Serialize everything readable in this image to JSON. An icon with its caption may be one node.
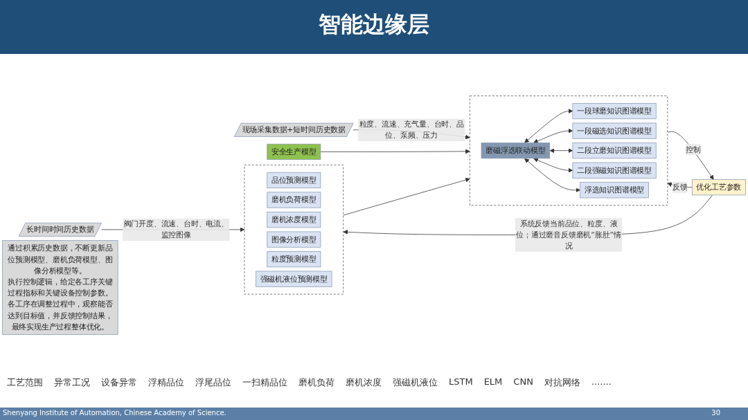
{
  "diagram": {
    "title": "智能边缘层",
    "nodes": [
      {
        "text": [
          "现场采集数据+短时间历史数据"
        ]
      },
      {
        "text": [
          "长时间时间历史数据"
        ]
      },
      {
        "text": [
          "安全生产模型"
        ]
      },
      {
        "text": [],
        "shape": "box"
      },
      {
        "text": [
          "磨磁浮选联动模型"
        ],
        "in": 3
      },
      {
        "text": [
          "一段球磨知识图谱模型"
        ],
        "in": 3
      },
      {
        "text": [
          "一段磁选知识图谱模型"
        ],
        "in": 3
      },
      {
        "text": [
          "二段立磨知识图谱模型"
        ],
        "in": 3
      },
      {
        "text": [
          "二段强磁知识图谱模型"
        ],
        "in": 3
      },
      {
        "text": [
          "浮选知识图谱模型"
        ],
        "in": 3
      },
      {
        "text": [],
        "shape": "box"
      },
      {
        "text": [
          "品位预测模型"
        ],
        "in": 10
      },
      {
        "text": [
          "磨机负荷模型"
        ],
        "in": 10
      },
      {
        "text": [
          "磨机浓度模型"
        ],
        "in": 10
      },
      {
        "text": [
          "图像分析模型"
        ],
        "in": 10
      },
      {
        "text": [
          "粒度预测模型"
        ],
        "in": 10
      },
      {
        "text": [
          "强磁机液位预测模型"
        ],
        "in": 10
      },
      {
        "text": [
          "优化工艺参数"
        ]
      },
      {
        "text": [
          "通过积累历史数据，不断更新品位预测模型、磨机负荷模型、图像分析模型等。",
          "执行控制逻辑，给定各工序关键过程指标和关键设备控制参数。",
          "各工序在调整过程中，观察能否达到目标值，并反馈控制结果，最终实现生产过程整体优化。"
        ]
      }
    ],
    "edges": [
      {
        "from": 0,
        "to": 3,
        "arrow": "to",
        "label": "粒度、流速、充气量、台时、品位、泵频、压力"
      },
      {
        "from": 1,
        "to": 10,
        "arrow": "to",
        "label": "阀门开度、流速、台时、电流、监控图像"
      },
      {
        "from": 2,
        "to": 3,
        "arrow": "to"
      },
      {
        "from": 10,
        "to": 3,
        "arrow": "to"
      },
      {
        "from": 4,
        "to": 5,
        "arrow": "both"
      },
      {
        "from": 4,
        "to": 6,
        "arrow": "both"
      },
      {
        "from": 4,
        "to": 7,
        "arrow": "both"
      },
      {
        "from": 4,
        "to": 8,
        "arrow": "both"
      },
      {
        "from": 4,
        "to": 9,
        "arrow": "both"
      },
      {
        "from": 3,
        "to": 17,
        "arrow": "to",
        "label": "控制"
      },
      {
        "from": 17,
        "to": 3,
        "arrow": "to",
        "label": "反馈"
      },
      {
        "from": 17,
        "to": 10,
        "arrow": "to",
        "label": "系统反馈当前品位、粒度、液位；通过磨音反馈磨机“胀肚”情况"
      }
    ],
    "labels": [
      "工艺范围",
      "异常工况",
      "设备异常",
      "浮精品位",
      "浮尾品位",
      "一扫精品位",
      "磨机负荷",
      "磨机浓度",
      "强磁机液位",
      "LSTM",
      "ELM",
      "CNN",
      "对抗网络",
      ".......",
      "Shenyang Institute of Automation, Chinese Academy of Science.",
      "30"
    ]
  }
}
